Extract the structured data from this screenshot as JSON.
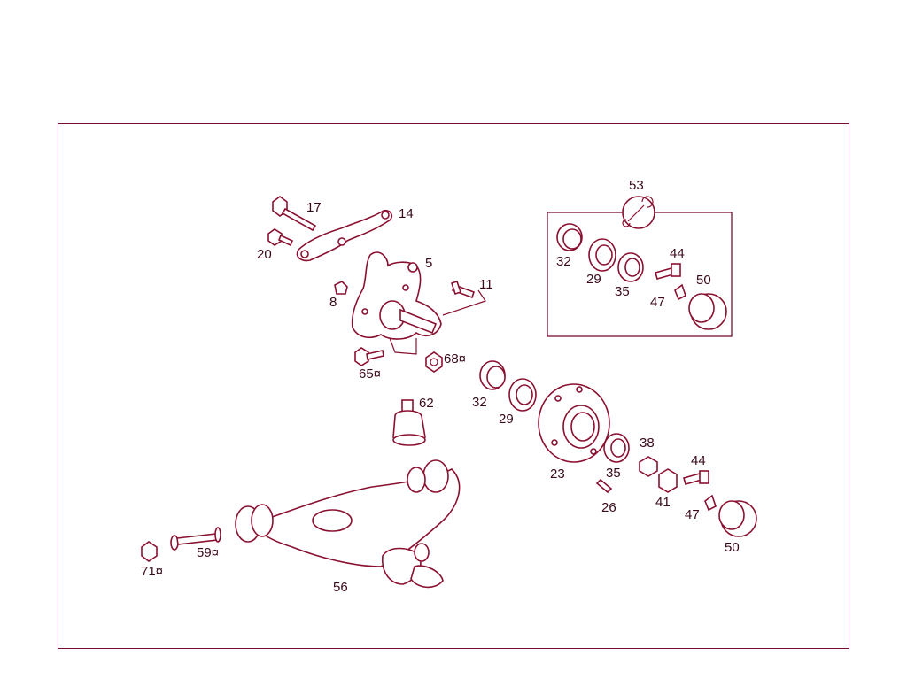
{
  "labels": {
    "p17": "17",
    "p14": "14",
    "p20": "20",
    "p5": "5",
    "p11": "11",
    "p8": "8",
    "p65": "65¤",
    "p68": "68¤",
    "p62": "62",
    "p32a": "32",
    "p29a": "29",
    "p23": "23",
    "p35a": "35",
    "p26": "26",
    "p38": "38",
    "p44a": "44",
    "p41": "41",
    "p47a": "47",
    "p50a": "50",
    "p53": "53",
    "p32b": "32",
    "p29b": "29",
    "p35b": "35",
    "p44b": "44",
    "p47b": "47",
    "p50b": "50",
    "p71": "71¤",
    "p59": "59¤",
    "p56": "56"
  },
  "colors": {
    "line": "#8a1030",
    "frame": "#7a1030",
    "text": "#3a0a18"
  },
  "icons": {
    "kit": "wrench-icon"
  }
}
